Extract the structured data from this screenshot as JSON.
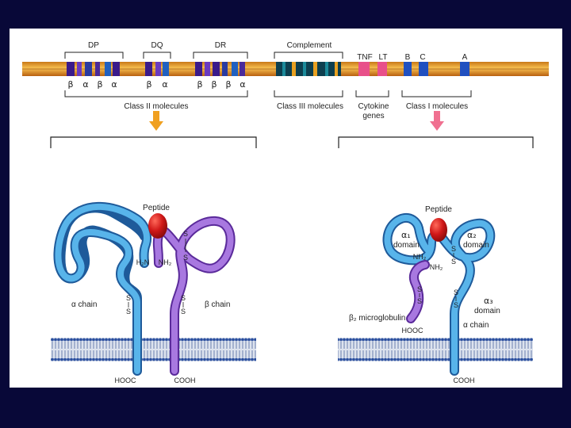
{
  "gene_map": {
    "regions": {
      "dp": "DP",
      "dq": "DQ",
      "dr": "DR",
      "complement": "Complement",
      "tnf": "TNF",
      "lt": "LT",
      "b": "B",
      "c": "C",
      "a": "A"
    },
    "dp_subunits": [
      "β",
      "α",
      "β",
      "α"
    ],
    "dq_subunits": [
      "β",
      "α"
    ],
    "dr_subunits": [
      "β",
      "β",
      "β",
      "α"
    ],
    "class_labels": {
      "class2": "Class II molecules",
      "class3": "Class III molecules",
      "cytokine_line1": "Cytokine",
      "cytokine_line2": "genes",
      "class1": "Class I molecules"
    }
  },
  "class2_molecule": {
    "peptide": "Peptide",
    "h2n": "H₂N",
    "nh2": "NH₂",
    "alpha_chain": "α chain",
    "beta_chain": "β chain",
    "s": "S",
    "hooc": "HOOC",
    "cooh": "COOH"
  },
  "class1_molecule": {
    "peptide": "Peptide",
    "alpha1": "α₁",
    "alpha2": "α₂",
    "alpha3": "α₃",
    "domain": "domain",
    "nh2": "NH₂",
    "b2m": "β₂ microglobulin",
    "hooc": "HOOC",
    "alpha_chain": "α chain",
    "s": "S",
    "cooh": "COOH"
  },
  "colors": {
    "background": "#080838",
    "chromosome": "#e8a020",
    "class2_band": "#3a1a8a",
    "class3_band": "#0d3f4f",
    "cytokine_band": "#e8508a",
    "class1_band": "#2050c0",
    "chain_blue": "#4aa8e0",
    "chain_purple": "#9a6ad0",
    "peptide_red": "#c81818",
    "arrow_orange": "#f0a020",
    "arrow_pink": "#f07090"
  }
}
